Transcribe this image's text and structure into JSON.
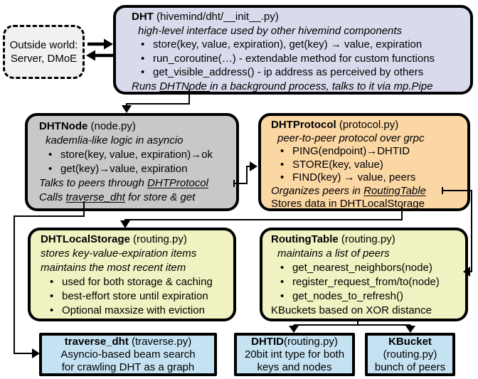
{
  "glyphs": {
    "bullet": "•"
  },
  "colors": {
    "dht_bg": "#d9dbed",
    "node_bg": "#c8c8c8",
    "proto_bg": "#fbd7a4",
    "yellow_bg": "#f1f2c1",
    "blue_bg": "#c5e2f3",
    "outside_bg": "#f1f1f1",
    "line": "#000000",
    "page_bg": "#ffffff"
  },
  "outside": {
    "line1": "Outside world:",
    "line2": "Server, DMoE"
  },
  "dht": {
    "name": "DHT",
    "file": " (hivemind/dht/__init__.py)",
    "tagline": "high-level interface used by other hivemind components",
    "b1": "store(key, value, expiration), get(key) → value, expiration",
    "b2": "run_coroutine(…) - extendable method for custom functions",
    "b3": "get_visible_address() - ip address as perceived by others",
    "f1a": "Runs ",
    "f1b": "DHTNode ",
    "f1c": "in a background process, talks to it via mp.Pipe"
  },
  "dhtnode": {
    "name": "DHTNode",
    "file": " (node.py)",
    "tagline": "kademlia-like logic in asyncio",
    "b1": "store(key, value, expiration)→ok",
    "b2": "get(key)→value, expiration",
    "f1a": "Talks to peers through ",
    "f1b": "DHTProtocol",
    "f2a": "Calls ",
    "f2b": "traverse_dht",
    "f2c": " for store & get"
  },
  "dhtprotocol": {
    "name": "DHTProtocol",
    "file": " (protocol.py)",
    "tagline": "peer-to-peer protocol over grpc",
    "b1": "PING(endpoint)→DHTID",
    "b2": "STORE(key, value)",
    "b3": "FIND(key) → value, peers",
    "f1a": "Organizes peers in ",
    "f1b": "RoutingTable",
    "f2a": "Stores data in DHT",
    "f2b": "LocalStorage"
  },
  "localstorage": {
    "name": "DHTLocalStorage",
    "file": " (routing.py)",
    "tagline1": "stores key-value-expiration items",
    "tagline2": "maintains the most recent item",
    "b1": "used for both storage & caching",
    "b2": "best-effort store until expiration",
    "b3": "Optional maxsize with eviction"
  },
  "routingtable": {
    "name": "RoutingTable",
    "file": " (routing.py)",
    "tagline": "maintains a list of peers",
    "b1": "get_nearest_neighbors(node)",
    "b2": "register_request_from/to(node)",
    "b3": "get_nodes_to_refresh()",
    "footer": "KBuckets based on XOR distance"
  },
  "traverse": {
    "name": "traverse_dht",
    "file": " (traverse.py)",
    "line2": "Asyncio-based beam search",
    "line3": "for crawling DHT as a graph"
  },
  "dhtid": {
    "name": "DHTID",
    "file": "(routing.py)",
    "line2": "20bit int type for both",
    "line3": "keys and nodes"
  },
  "kbucket": {
    "name": "KBucket",
    "file": "(routing.py)",
    "line3": "bunch of peers"
  }
}
